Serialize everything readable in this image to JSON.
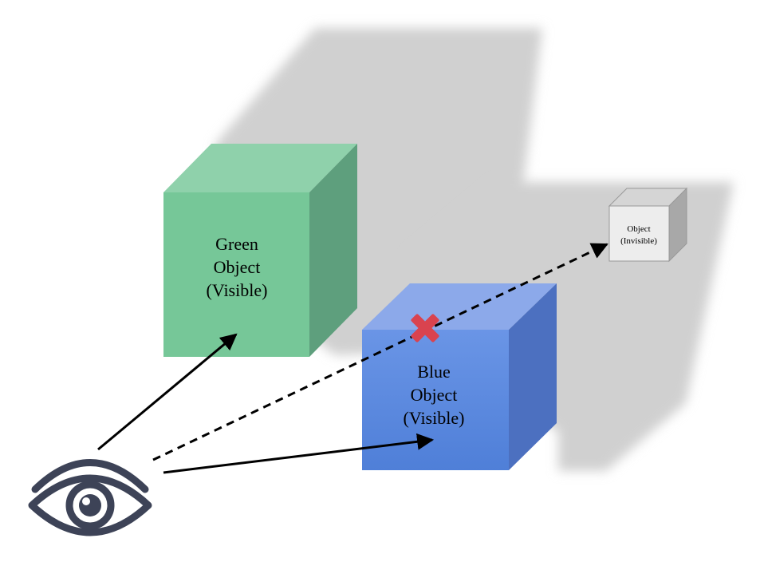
{
  "objects": {
    "green": {
      "line1": "Green",
      "line2": "Object",
      "line3": "(Visible)"
    },
    "blue": {
      "line1": "Blue",
      "line2": "Object",
      "line3": "(Visible)"
    },
    "gray": {
      "line1": "Object",
      "line2": "(Invisible)"
    }
  },
  "colors": {
    "green_front": "#76c798",
    "green_top": "#8fd1ab",
    "green_side": "#5e9f7d",
    "blue_front_top": "#6a95e6",
    "blue_front_bottom": "#4f7fd8",
    "blue_top": "#8ca9ea",
    "blue_side": "#4c70c0",
    "gray_front": "#ededed",
    "gray_top": "#d5d5d5",
    "gray_side": "#a8a8a8",
    "shadow": "#d0d0d0",
    "cross": "#d9434f",
    "eye": "#3d4357"
  },
  "icons": {
    "viewer": "eye-icon",
    "blocked": "cross-icon"
  }
}
